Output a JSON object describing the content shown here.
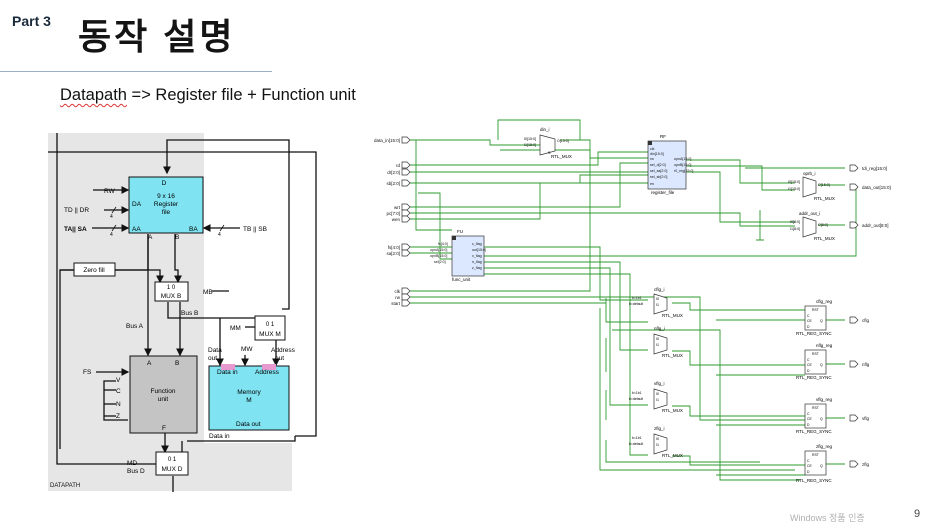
{
  "header": {
    "part": "Part 3",
    "title": "동작 설명"
  },
  "subtitle": {
    "term": "Datapath",
    "rest": " => Register file + Function unit"
  },
  "page_number": "9",
  "watermark": "Windows 정품 인증",
  "left_diagram": {
    "datapath_label": "DATAPATH",
    "regfile": {
      "d": "D",
      "line1": "9 x 16",
      "line2": "Register",
      "line3": "file",
      "da": "DA",
      "aa": "AA",
      "ba": "BA",
      "a": "A",
      "b": "B"
    },
    "rw": "RW",
    "td_dr": "TD || DR",
    "ta_sa": "TA|| SA",
    "tb_sb": "TB || SB",
    "four": "4",
    "zero_fill": "Zero fill",
    "mux_b": {
      "bits": "1 0",
      "name": "MUX B",
      "ctrl": "MB"
    },
    "mux_m": {
      "bits": "0 1",
      "name": "MUX M",
      "ctrl": "MM"
    },
    "mux_d": {
      "bits": "0 1",
      "name": "MUX D",
      "ctrl_md": "MD",
      "ctrl_busd": "Bus D"
    },
    "bus_a": "Bus A",
    "bus_b": "Bus B",
    "function_unit": {
      "a": "A",
      "b": "B",
      "line1": "Function",
      "line2": "unit",
      "f": "F"
    },
    "fs": "FS",
    "flags": [
      "V",
      "C",
      "N",
      "Z"
    ],
    "memory": {
      "line1": "Memory",
      "line2": "M",
      "data_in": "Data in",
      "address": "Address",
      "data_out": "Data out"
    },
    "data_out_top": [
      "Data",
      "out"
    ],
    "mw": "MW",
    "address_top": [
      "Address",
      "out"
    ],
    "data_in_bottom": "Data in"
  },
  "right_diagram": {
    "inputs": [
      "data_in[15:0]",
      "rd",
      "dr[2:0]",
      "sb[2:0]",
      "wrt",
      "pc[7:0]",
      "wen",
      "fs[4:0]",
      "sa[2:0]",
      "clk",
      "rw",
      "start"
    ],
    "outputs": [
      "tdi_reg[15:0]",
      "data_out[15:0]",
      "addr_out[8:0]",
      "cflg",
      "nflg",
      "vflg",
      "zflg"
    ],
    "din_mux": {
      "name": "din_i",
      "in1": "I0[15:0]",
      "in2": "I1[15:0]",
      "out": "O[15:0]",
      "s": "S",
      "type": "RTL_MUX"
    },
    "regfile": {
      "name": "RF",
      "ports_in": [
        "clk",
        "din[15:0]",
        "rw",
        "sel_d[2:0]",
        "sel_sa[2:0]",
        "sel_sb[2:0]",
        "en"
      ],
      "ports_out": [
        "opnA[15:0]",
        "opnB[15:0]",
        "r0_reg[15:0]"
      ],
      "type": "register_file"
    },
    "func": {
      "name": "FU",
      "ports_in": [
        "fs[4:0]",
        "opnA[15:0]",
        "opnB[15:0]",
        "sel[2:0]"
      ],
      "ports_out": [
        "c_flag",
        "out[15:0]",
        "v_flag",
        "n_flag",
        "z_flag"
      ],
      "type": "func_unit"
    },
    "oprb_mux": {
      "name": "oprb_i",
      "in1": "I0[15:0]",
      "in2": "I1[15:0]",
      "out": "O[15:0]",
      "type": "RTL_MUX"
    },
    "addr_mux": {
      "name": "addr_out_i",
      "in1": "I0[8:0]",
      "in2": "I1[8:0]",
      "out": "O[8:0]",
      "type": "RTL_MUX"
    },
    "flag_muxes": [
      {
        "name": "cflg_i",
        "in1": "I0",
        "in2": "I1",
        "type": "RTL_MUX"
      },
      {
        "name": "nflg_i",
        "in1": "I0",
        "in2": "I1",
        "type": "RTL_MUX"
      },
      {
        "name": "vflg_i",
        "in1": "I0",
        "in2": "I1",
        "type": "RTL_MUX"
      },
      {
        "name": "zflg_i",
        "in1": "I0",
        "in2": "I1",
        "type": "RTL_MUX"
      }
    ],
    "flag_regs": [
      {
        "name": "cflg_reg",
        "type": "RTL_REG_SYNC"
      },
      {
        "name": "nflg_reg",
        "type": "RTL_REG_SYNC"
      },
      {
        "name": "vflg_reg",
        "type": "RTL_REG_SYNC"
      },
      {
        "name": "zflg_reg",
        "type": "RTL_REG_SYNC"
      }
    ],
    "reg_ports": [
      "RST",
      "C",
      "CE",
      "D",
      "Q"
    ],
    "mux_const": [
      "b=1b1",
      "b=default"
    ]
  },
  "colors": {
    "block_cyan": "#7fe3f2",
    "block_gray": "#c4c4c4",
    "panel_bg": "#e6e6e6",
    "wire_green": "#2e9a2e",
    "rtl_block": "#dce8ff"
  }
}
